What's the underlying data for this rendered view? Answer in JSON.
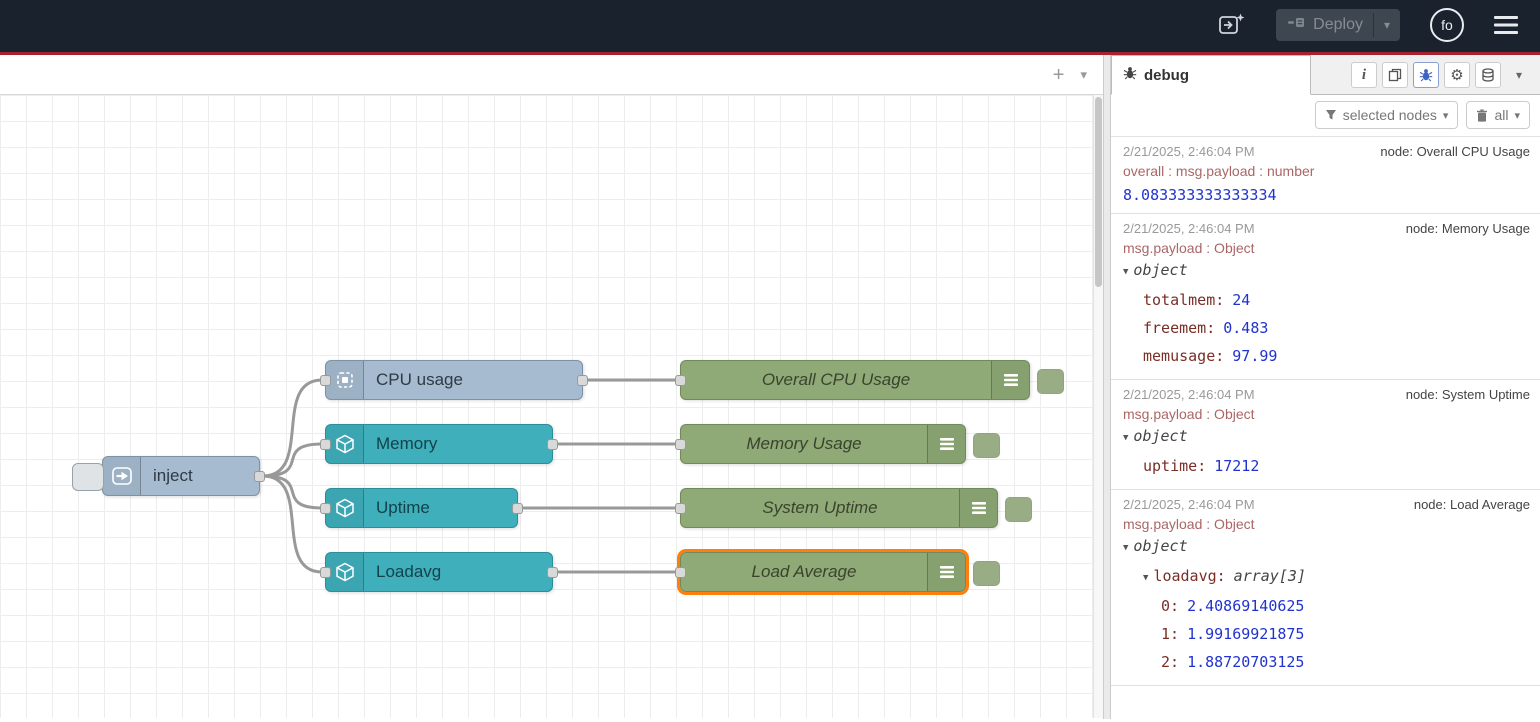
{
  "colors": {
    "header_bg": "#1a222d",
    "header_accent_line": "#a8212e",
    "node_gray_blue": "#a6bbcf",
    "node_teal": "#3fafbc",
    "node_green": "#8fa977",
    "selection_orange": "#ff7f0e",
    "wire": "#999999",
    "debug_value_blue": "#2033d0",
    "debug_meta_red": "#aa6666",
    "debug_key_maroon": "#792e26"
  },
  "icons": {
    "plus": "+",
    "caret_down": "▾",
    "tree_caret": "▼",
    "info": "i"
  },
  "header": {
    "deploy": {
      "label": "Deploy"
    },
    "user": {
      "initials": "fo"
    }
  },
  "flow": {
    "nodes": [
      {
        "label": "inject"
      },
      {
        "label": "CPU usage"
      },
      {
        "label": "Memory"
      },
      {
        "label": "Uptime"
      },
      {
        "label": "Loadavg"
      },
      {
        "label": "Overall CPU Usage"
      },
      {
        "label": "Memory Usage"
      },
      {
        "label": "System Uptime"
      },
      {
        "label": "Load Average",
        "selected": true
      }
    ],
    "wires": [
      {
        "from": "inject",
        "to": "CPU usage"
      },
      {
        "from": "inject",
        "to": "Memory"
      },
      {
        "from": "inject",
        "to": "Uptime"
      },
      {
        "from": "inject",
        "to": "Loadavg"
      },
      {
        "from": "CPU usage",
        "to": "Overall CPU Usage"
      },
      {
        "from": "Memory",
        "to": "Memory Usage"
      },
      {
        "from": "Uptime",
        "to": "System Uptime"
      },
      {
        "from": "Loadavg",
        "to": "Load Average"
      }
    ]
  },
  "sidebar": {
    "tab": {
      "label": "debug"
    },
    "toolbar": {
      "filter_label": "selected nodes",
      "clear_label": "all"
    },
    "messages": [
      {
        "timestamp": "2/21/2025, 2:46:04 PM",
        "source": "node: Overall CPU Usage",
        "meta": "overall : msg.payload : number",
        "value": "8.083333333333334"
      },
      {
        "timestamp": "2/21/2025, 2:46:04 PM",
        "source": "node: Memory Usage",
        "meta": "msg.payload : Object",
        "tree": {
          "root": "object",
          "entries": [
            {
              "key": "totalmem",
              "value": "24"
            },
            {
              "key": "freemem",
              "value": "0.483"
            },
            {
              "key": "memusage",
              "value": "97.99"
            }
          ]
        }
      },
      {
        "timestamp": "2/21/2025, 2:46:04 PM",
        "source": "node: System Uptime",
        "meta": "msg.payload : Object",
        "tree": {
          "root": "object",
          "entries": [
            {
              "key": "uptime",
              "value": "17212"
            }
          ]
        }
      },
      {
        "timestamp": "2/21/2025, 2:46:04 PM",
        "source": "node: Load Average",
        "meta": "msg.payload : Object",
        "tree": {
          "root": "object",
          "child_key": "loadavg",
          "child_type": "array[3]",
          "entries": [
            {
              "key": "0",
              "value": "2.40869140625"
            },
            {
              "key": "1",
              "value": "1.99169921875"
            },
            {
              "key": "2",
              "value": "1.88720703125"
            }
          ]
        }
      }
    ]
  }
}
